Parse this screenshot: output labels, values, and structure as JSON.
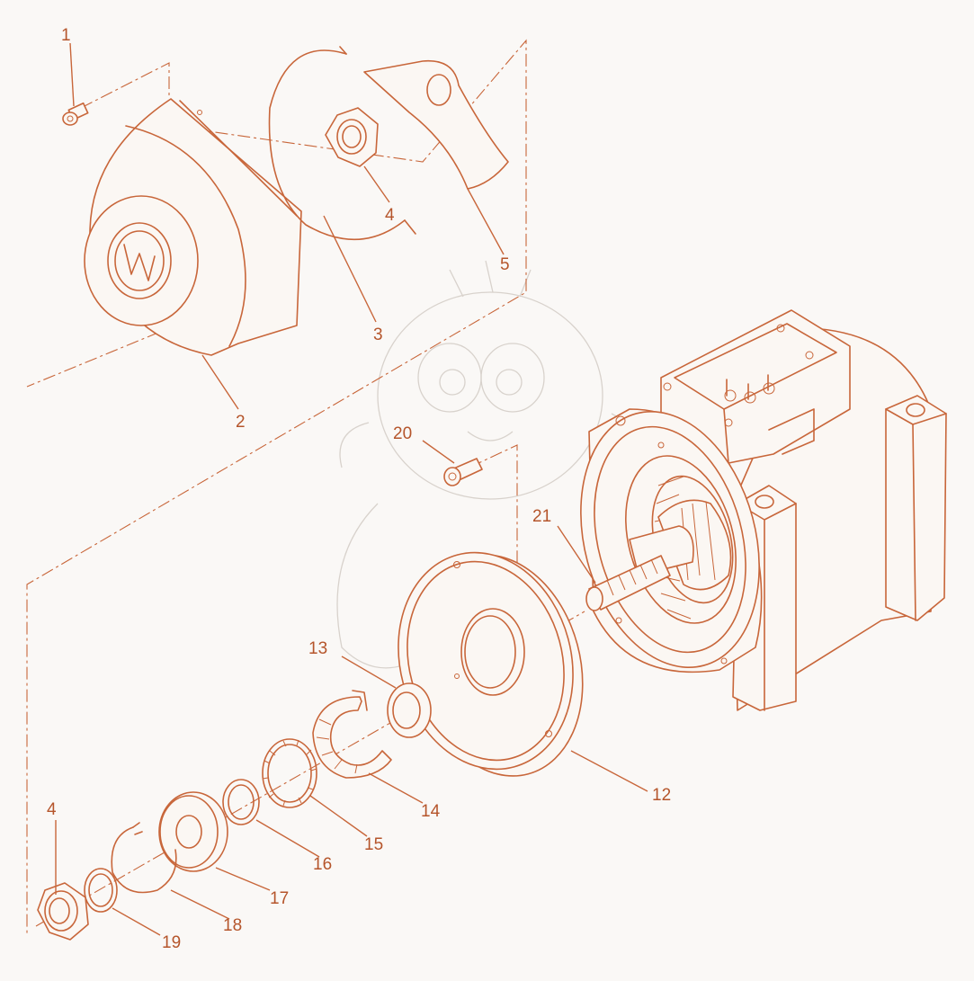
{
  "diagram": {
    "colors": {
      "line": "#c8663a",
      "label": "#b5552b",
      "background": "#faf8f6",
      "watermark": "#d8d2cc"
    },
    "callouts": [
      "1",
      "2",
      "3",
      "4",
      "5",
      "20",
      "21",
      "13",
      "12",
      "14",
      "15",
      "16",
      "17",
      "18",
      "4",
      "19"
    ]
  }
}
